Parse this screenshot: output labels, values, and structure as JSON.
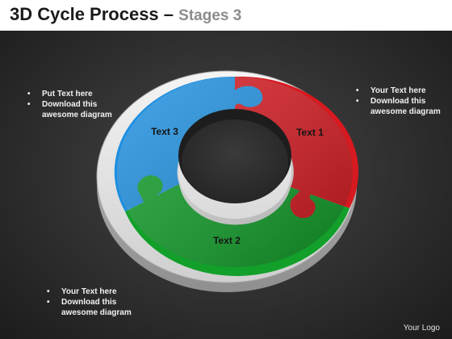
{
  "header": {
    "title": "3D Cycle Process",
    "separator": " – ",
    "subtitle": "Stages 3"
  },
  "bullets": {
    "left": [
      "Put Text here",
      "Download this awesome diagram"
    ],
    "right": [
      "Your Text here",
      "Download this awesome diagram"
    ],
    "bottom": [
      "Your Text here",
      "Download this awesome diagram"
    ]
  },
  "segments": [
    {
      "label": "Text 1",
      "color": "#d71920"
    },
    {
      "label": "Text 2",
      "color": "#12a02a"
    },
    {
      "label": "Text 3",
      "color": "#1d8fe0"
    }
  ],
  "logo": "Your Logo"
}
